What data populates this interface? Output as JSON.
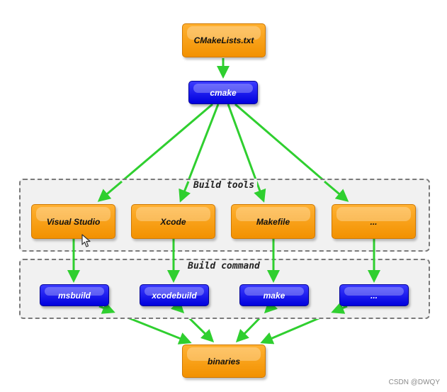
{
  "nodes": {
    "cmakelists": "CMakeLists.txt",
    "cmake": "cmake",
    "visual_studio": "Visual Studio",
    "xcode": "Xcode",
    "makefile": "Makefile",
    "other_tool": "...",
    "msbuild": "msbuild",
    "xcodebuild": "xcodebuild",
    "make": "make",
    "other_command": "...",
    "binaries": "binaries"
  },
  "groups": {
    "build_tools": "Build tools",
    "build_command": "Build command"
  },
  "watermark": "CSDN @DWQY",
  "colors": {
    "arrow": "#2fcf2f",
    "orange": "#f29100",
    "blue": "#0000dd"
  }
}
